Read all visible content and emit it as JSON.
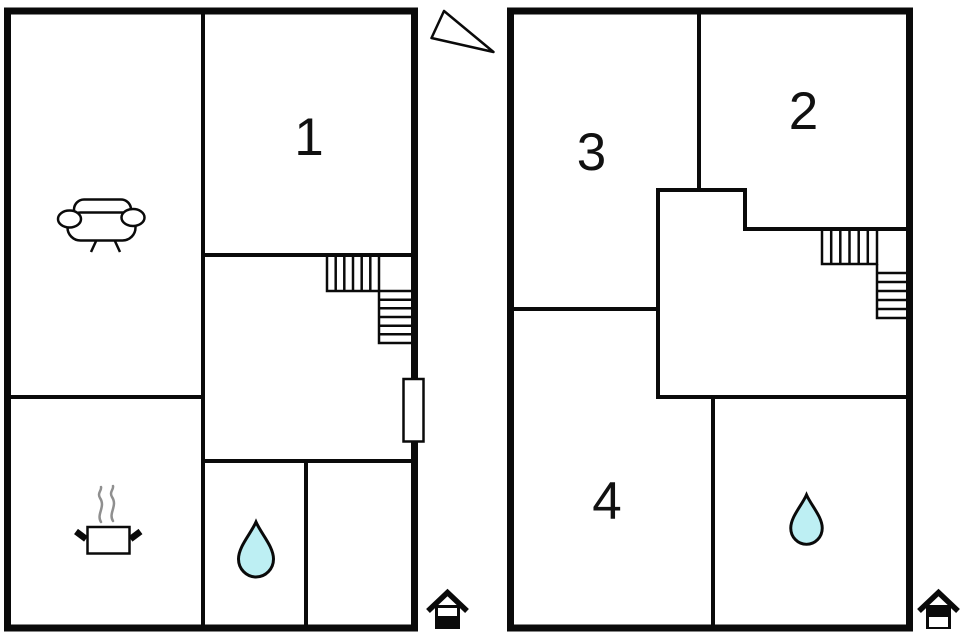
{
  "meta": {
    "type": "floor-plan",
    "floor_count": 2
  },
  "colors": {
    "wall": "#0a0a0a",
    "background": "#ffffff",
    "water_drop_fill": "#bdeff3",
    "steam": "#8f8f8f"
  },
  "labels": {
    "room1": "1",
    "room2": "2",
    "room3": "3",
    "room4": "4"
  },
  "floors": [
    {
      "name": "floor-1",
      "rooms": [
        {
          "number": "1"
        }
      ]
    },
    {
      "name": "floor-2",
      "rooms": [
        {
          "number": "2"
        },
        {
          "number": "3"
        },
        {
          "number": "4"
        }
      ]
    }
  ],
  "icons": {
    "north_arrow": "north-arrow-icon",
    "sofa": "sofa-icon",
    "cooking_pot": "cooking-pot-icon",
    "water_drop": "water-drop-icon",
    "staircase": "stairs-icon",
    "door": "door-marker",
    "house": "house-icon"
  }
}
